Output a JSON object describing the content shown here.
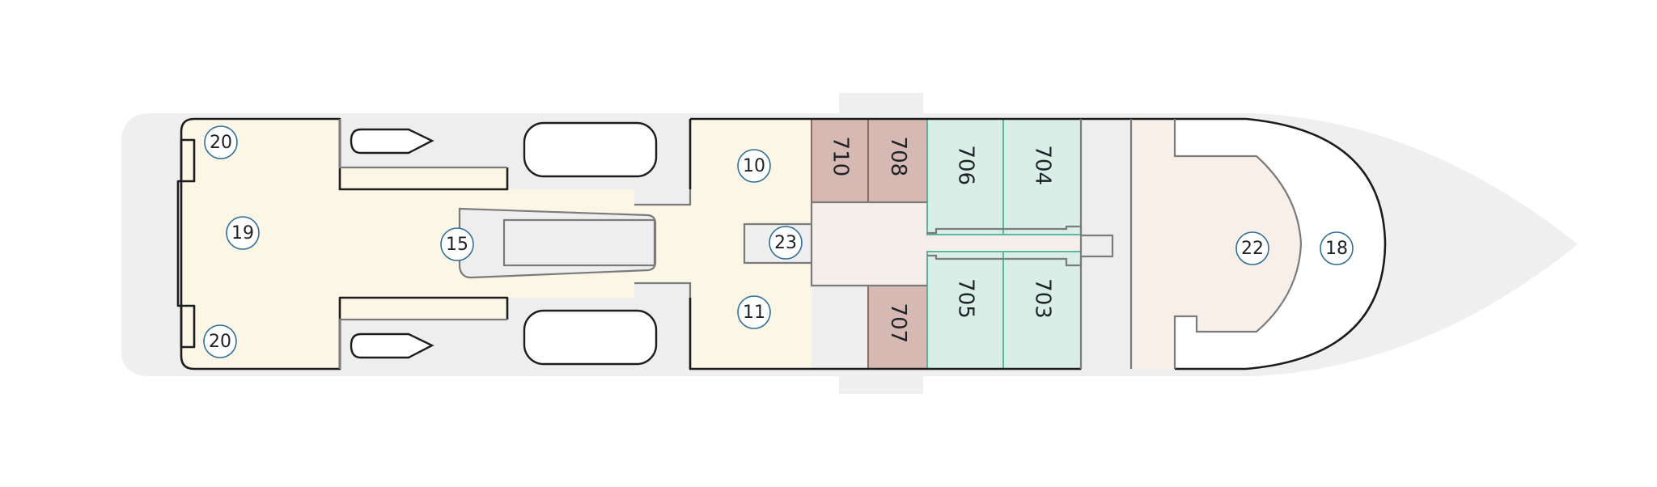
{
  "colors": {
    "background": "#ffffff",
    "hull_shadow": "#efefef",
    "public_area": "#fcf6e6",
    "aft_lounge": "#f7efe8",
    "corridor": "#f6eeea",
    "service": "#eeeeee",
    "cabin_red": "#d7b9b4",
    "cabin_red_stroke": "#8a6a66",
    "cabin_green": "#d9eee7",
    "cabin_green_stroke": "#5bb7a1",
    "marker_stroke": "#2f6f9a"
  },
  "cabins": [
    {
      "number": "710",
      "category": "red"
    },
    {
      "number": "708",
      "category": "red"
    },
    {
      "number": "707",
      "category": "red"
    },
    {
      "number": "706",
      "category": "green"
    },
    {
      "number": "704",
      "category": "green"
    },
    {
      "number": "705",
      "category": "green"
    },
    {
      "number": "703",
      "category": "green"
    }
  ],
  "markers": [
    "20",
    "19",
    "20",
    "15",
    "10",
    "23",
    "11",
    "22",
    "18"
  ]
}
